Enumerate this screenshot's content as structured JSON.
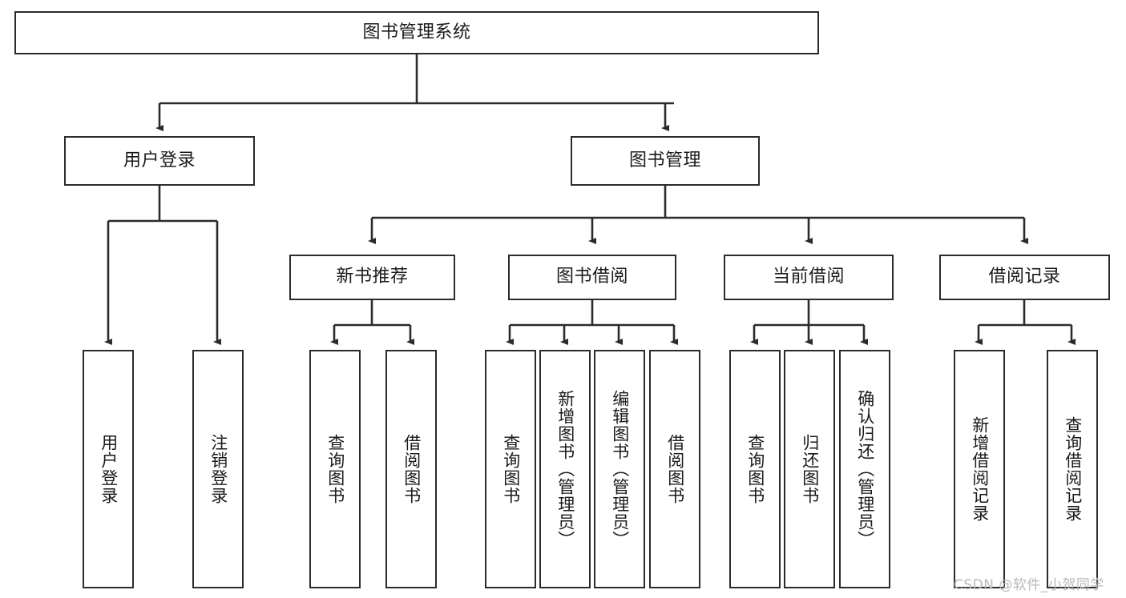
{
  "diagram": {
    "type": "tree-hierarchy",
    "title": "图书管理系统",
    "watermark": "CSDN @软件_小贺同学",
    "colors": {
      "box_border": "#2b2b2b",
      "box_fill": "#ffffff",
      "connector": "#2b2b2b",
      "text": "#1a1a1a",
      "watermark": "#b9b9b9",
      "background": "#ffffff"
    },
    "nodes": {
      "root": {
        "label": "图书管理系统",
        "level": 0
      },
      "level1": [
        {
          "id": "user-login",
          "label": "用户登录"
        },
        {
          "id": "book-management",
          "label": "图书管理"
        }
      ],
      "level2": [
        {
          "id": "new-book-recommend",
          "label": "新书推荐"
        },
        {
          "id": "book-borrow",
          "label": "图书借阅"
        },
        {
          "id": "current-borrow",
          "label": "当前借阅"
        },
        {
          "id": "borrow-record",
          "label": "借阅记录"
        }
      ],
      "leaves": {
        "user-login": [
          {
            "id": "leaf-user-login",
            "label": "用户登录"
          },
          {
            "id": "leaf-logout",
            "label": "注销登录"
          }
        ],
        "new-book-recommend": [
          {
            "id": "leaf-query-book-1",
            "label": "查询图书"
          },
          {
            "id": "leaf-borrow-book-1",
            "label": "借阅图书"
          }
        ],
        "book-borrow": [
          {
            "id": "leaf-query-book-2",
            "label": "查询图书"
          },
          {
            "id": "leaf-add-book",
            "label": "新增图书（管理员）"
          },
          {
            "id": "leaf-edit-book",
            "label": "编辑图书（管理员）"
          },
          {
            "id": "leaf-borrow-book-2",
            "label": "借阅图书"
          }
        ],
        "current-borrow": [
          {
            "id": "leaf-query-book-3",
            "label": "查询图书"
          },
          {
            "id": "leaf-return-book",
            "label": "归还图书"
          },
          {
            "id": "leaf-confirm-return",
            "label": "确认归还（管理员）"
          }
        ],
        "borrow-record": [
          {
            "id": "leaf-add-record",
            "label": "新增借阅记录"
          },
          {
            "id": "leaf-query-record",
            "label": "查询借阅记录"
          }
        ]
      }
    }
  }
}
